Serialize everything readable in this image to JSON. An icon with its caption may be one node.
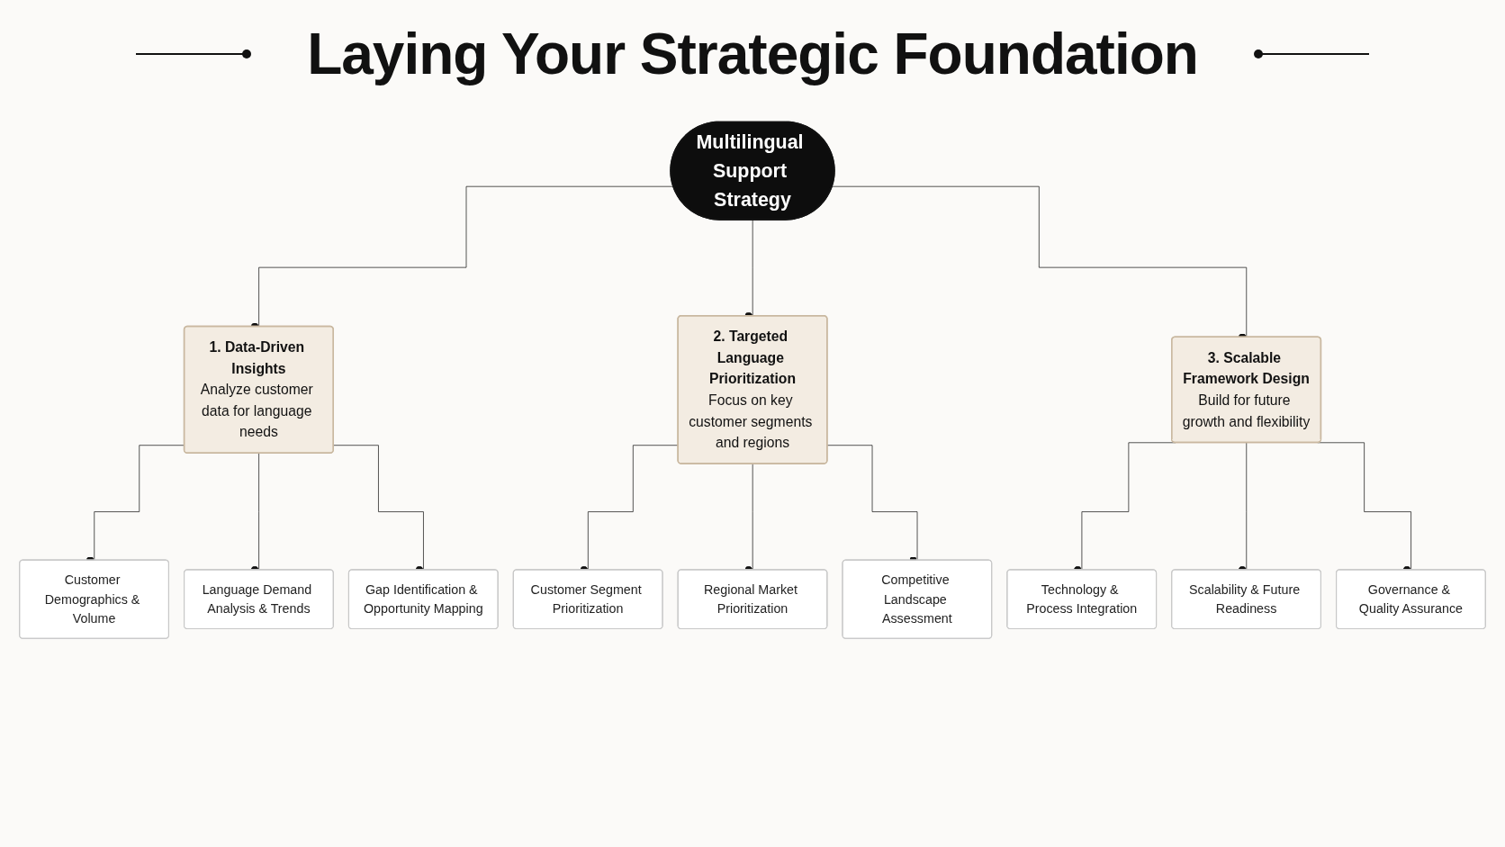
{
  "diagram": {
    "title": "Laying Your Strategic Foundation",
    "nodes": [
      {
        "text": [
          "Multilingual Support Strategy"
        ]
      },
      {
        "text": [
          "1. Data-Driven Insights",
          "Analyze customer data for language needs"
        ]
      },
      {
        "text": [
          "Customer Demographics & Volume"
        ]
      },
      {
        "text": [
          "Language Demand Analysis & Trends"
        ]
      },
      {
        "text": [
          "Gap Identification & Opportunity Mapping"
        ]
      },
      {
        "text": [
          "2. Targeted Language Prioritization",
          "Focus on key customer segments and regions"
        ]
      },
      {
        "text": [
          "Customer Segment Prioritization"
        ]
      },
      {
        "text": [
          "Regional Market Prioritization"
        ]
      },
      {
        "text": [
          "Competitive Landscape Assessment"
        ]
      },
      {
        "text": [
          "3. Scalable Framework Design",
          "Build for future growth and flexibility"
        ]
      },
      {
        "text": [
          "Technology & Process Integration"
        ]
      },
      {
        "text": [
          "Scalability & Future Readiness"
        ]
      },
      {
        "text": [
          "Governance & Quality Assurance"
        ]
      }
    ],
    "edges": [
      {
        "from": 0,
        "to": 1,
        "arrow": "other"
      },
      {
        "from": 0,
        "to": 5,
        "arrow": "other"
      },
      {
        "from": 0,
        "to": 9,
        "arrow": "other"
      },
      {
        "from": 1,
        "to": 2,
        "arrow": "other"
      },
      {
        "from": 1,
        "to": 3,
        "arrow": "other"
      },
      {
        "from": 1,
        "to": 4,
        "arrow": "other"
      },
      {
        "from": 5,
        "to": 6,
        "arrow": "other"
      },
      {
        "from": 5,
        "to": 7,
        "arrow": "other"
      },
      {
        "from": 5,
        "to": 8,
        "arrow": "other"
      },
      {
        "from": 9,
        "to": 10,
        "arrow": "other"
      },
      {
        "from": 9,
        "to": 11,
        "arrow": "other"
      },
      {
        "from": 9,
        "to": 12,
        "arrow": "other"
      }
    ]
  }
}
